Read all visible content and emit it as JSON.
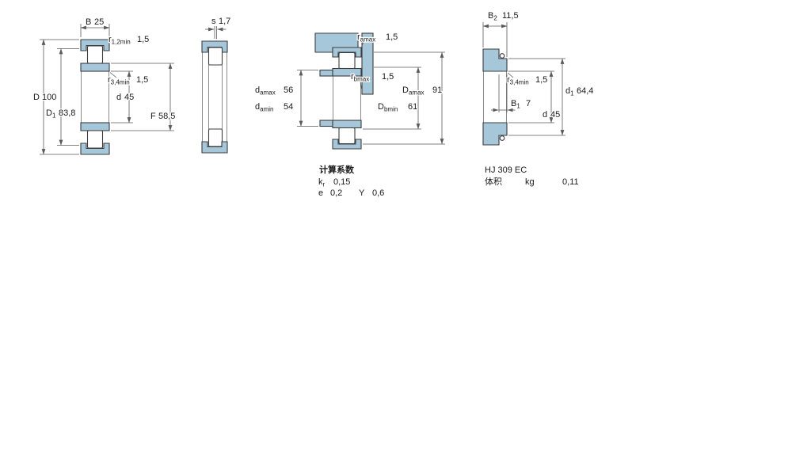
{
  "colors": {
    "background": "#ffffff",
    "part-fill": "#a6c7d9",
    "part-line": "#3d3d3d",
    "dim-line": "#5a5a5a",
    "text-color": "#1a1a1a"
  },
  "view_main": {
    "dim_B": {
      "label": "B",
      "value": "25"
    },
    "dim_r12": {
      "label": "r",
      "sub": "1,2min",
      "value": "1,5"
    },
    "dim_D": {
      "label": "D",
      "value": "100"
    },
    "dim_D1": {
      "label": "D",
      "sub": "1",
      "value": "83,8"
    },
    "dim_r34": {
      "label": "r",
      "sub": "3,4min",
      "value": "1,5"
    },
    "dim_d": {
      "label": "d",
      "value": "45"
    },
    "dim_F": {
      "label": "F",
      "value": "58,5"
    }
  },
  "view_ring": {
    "dim_s": {
      "label": "s",
      "value": "1,7"
    }
  },
  "view_mounting": {
    "dim_ramax": {
      "label": "r",
      "sub": "amax",
      "value": "1,5"
    },
    "dim_rbmax": {
      "label": "r",
      "sub": "bmax",
      "value": "1,5"
    },
    "dim_damax": {
      "label": "d",
      "sub": "amax",
      "value": "56"
    },
    "dim_damin": {
      "label": "d",
      "sub": "amin",
      "value": "54"
    },
    "dim_Damax": {
      "label": "D",
      "sub": "amax",
      "value": "91"
    },
    "dim_Dbmin": {
      "label": "D",
      "sub": "bmin",
      "value": "61"
    },
    "factors": {
      "title": "计算系数",
      "kr": {
        "label": "k",
        "sub": "r",
        "value": "0,15"
      },
      "e": {
        "label": "e",
        "value": "0,2"
      },
      "Y": {
        "label": "Y",
        "value": "0,6"
      }
    }
  },
  "view_angle_ring": {
    "dim_B2": {
      "label": "B",
      "sub": "2",
      "value": "11,5"
    },
    "dim_r34": {
      "label": "r",
      "sub": "3,4min",
      "value": "1,5"
    },
    "dim_d1": {
      "label": "d",
      "sub": "1",
      "value": "64,4"
    },
    "dim_B1": {
      "label": "B",
      "sub": "1",
      "value": "7"
    },
    "dim_d": {
      "label": "d",
      "value": "45"
    },
    "designation": "HJ 309 EC",
    "mass": {
      "label": "体积",
      "unit": "kg",
      "value": "0,11"
    }
  }
}
